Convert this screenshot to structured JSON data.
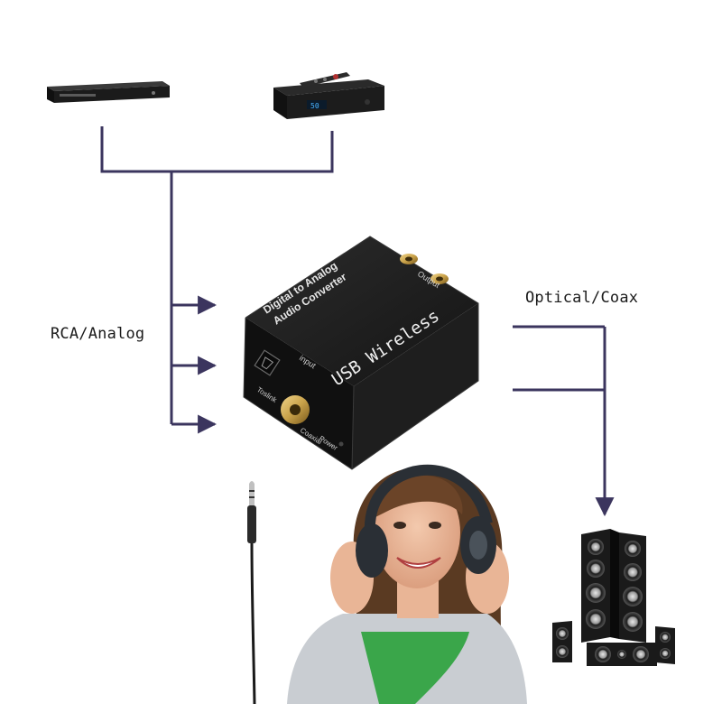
{
  "labels": {
    "left_connection": "RCA/Analog",
    "right_connection": "Optical/Coax"
  },
  "converter": {
    "top_label_line1": "Digital to Analog",
    "top_label_line2": "Audio Converter",
    "front_text": "USB Wireless",
    "port_input": "input",
    "port_output": "Output",
    "port_toslink": "Toslink",
    "port_coaxial": "Coaxial",
    "port_power": "Power"
  },
  "display": {
    "receiver_readout": "50"
  },
  "colors": {
    "connector_line": "#3b355e",
    "device_body": "#151515",
    "gold_jack": "#c9a24a",
    "headphones": "#2a2f35",
    "shirt": "#3aa64a",
    "cardigan": "#c9cdd2"
  },
  "icons": [
    "bluray-player-icon",
    "set-top-box-icon",
    "remote-control-icon",
    "converter-device",
    "audio-cable-jack",
    "speaker-system-icon",
    "woman-headphones-image"
  ]
}
